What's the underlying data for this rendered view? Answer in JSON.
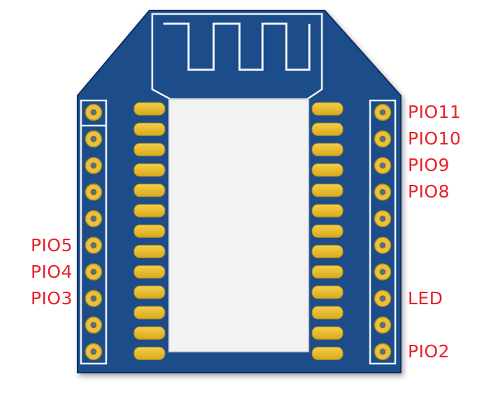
{
  "colors": {
    "board": "#1d4e8a",
    "board_edge": "#0f2f5e",
    "silkscreen": "#eef2f8",
    "pad_gold": "#e6b828",
    "pad_gold_edge": "#b88a10",
    "shield": "#f2f2f2",
    "hole_ring": "#e8c23a",
    "hole": "#6b6b6b",
    "label": "#e8202a"
  },
  "left_labels": [
    {
      "pin": 6,
      "text": "PIO5"
    },
    {
      "pin": 7,
      "text": "PIO4"
    },
    {
      "pin": 8,
      "text": "PIO3"
    }
  ],
  "right_labels": [
    {
      "pin": 1,
      "text": "PIO11"
    },
    {
      "pin": 2,
      "text": "PIO10"
    },
    {
      "pin": 3,
      "text": "PIO9"
    },
    {
      "pin": 4,
      "text": "PIO8"
    },
    {
      "pin": 8,
      "text": "LED"
    },
    {
      "pin": 10,
      "text": "PIO2"
    }
  ],
  "header_pin_count": 10,
  "smd_pad_count": 13
}
